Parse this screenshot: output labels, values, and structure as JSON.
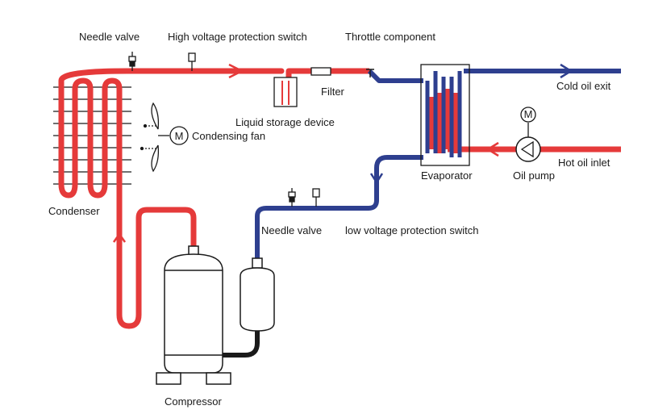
{
  "colors": {
    "hot_line": "#e53a3a",
    "cold_line": "#2e3f8f",
    "component_stroke": "#1a1a1a",
    "background": "#ffffff"
  },
  "labels": {
    "needle_valve_top": "Needle valve",
    "high_voltage_switch": "High voltage protection switch",
    "throttle_component": "Throttle component",
    "filter": "Filter",
    "cold_oil_exit": "Cold oil exit",
    "liquid_storage_device": "Liquid storage device",
    "condensing_fan": "Condensing fan",
    "motor_symbol_fan": "M",
    "motor_symbol_pump": "M",
    "hot_oil_inlet": "Hot oil inlet",
    "evaporator": "Evaporator",
    "oil_pump": "Oil pump",
    "condenser": "Condenser",
    "needle_valve_bottom": "Needle valve",
    "low_voltage_switch": "low voltage protection switch",
    "compressor": "Compressor"
  },
  "icons": [
    "needle-valve-icon",
    "pressure-switch-icon",
    "fan-icon",
    "motor-icon",
    "pump-icon",
    "flow-arrow-icon"
  ]
}
